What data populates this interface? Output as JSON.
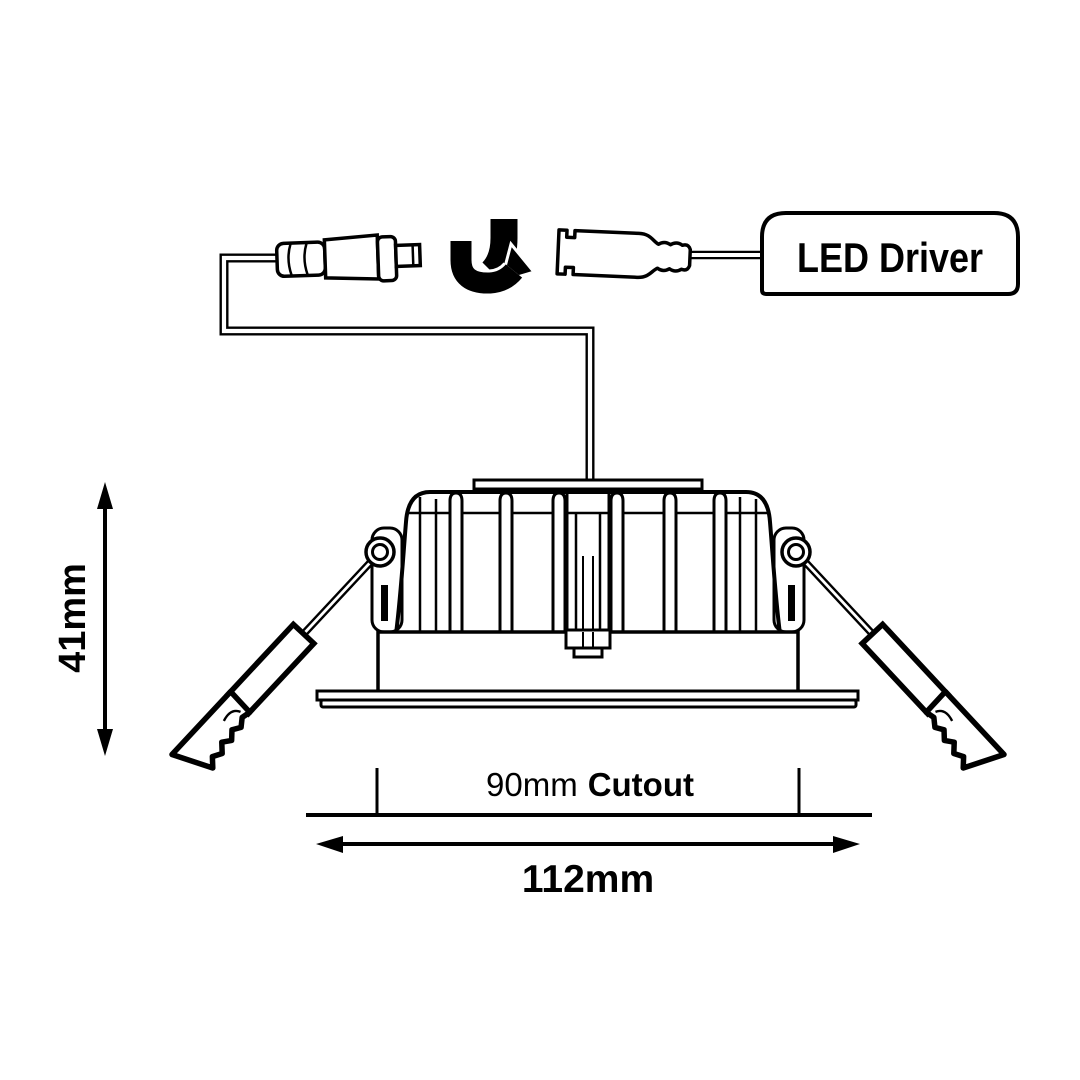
{
  "diagram": {
    "title_semantic": "LED recessed downlight installation diagram",
    "colors": {
      "ink": "#000000",
      "paper": "#ffffff"
    },
    "driver": {
      "label": "LED Driver"
    },
    "dimensions": {
      "height_label": "41mm",
      "width_label": "112mm",
      "cutout_value": "90mm",
      "cutout_suffix": "Cutout"
    },
    "icons": {
      "twist_arrow": "twist-connect-arrow",
      "male_connector": "dc-plug-male",
      "female_connector": "dc-socket-female"
    }
  }
}
